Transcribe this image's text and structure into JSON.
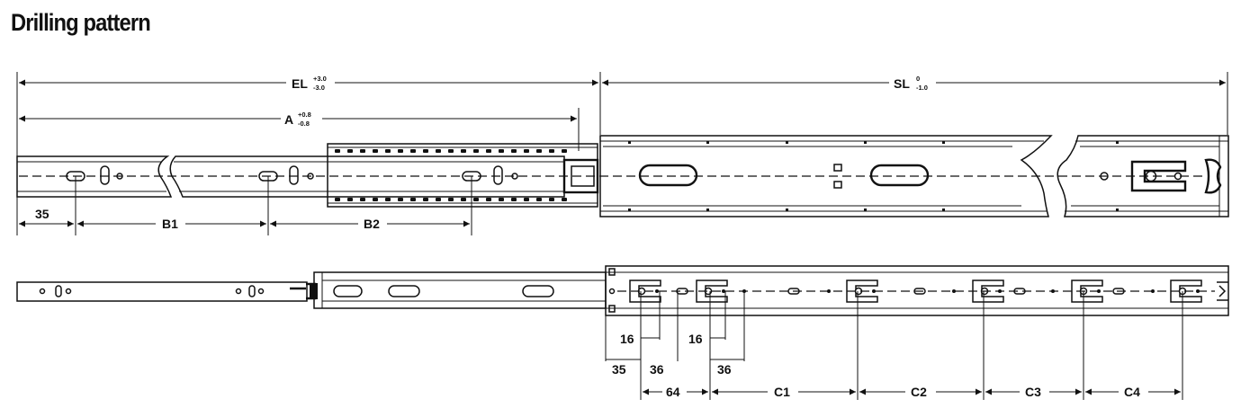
{
  "title": "Drilling pattern",
  "dimensions": {
    "el": {
      "label": "EL",
      "tol_plus": "+3.0",
      "tol_minus": "-3.0"
    },
    "a": {
      "label": "A",
      "tol_plus": "+0.8",
      "tol_minus": "-0.8"
    },
    "sl": {
      "label": "SL",
      "tol_plus": "0",
      "tol_minus": "-1.0"
    },
    "top_offset": "35",
    "b1": "B1",
    "b2": "B2",
    "bottom_offset": "35",
    "gap1": "16",
    "gap2": "16",
    "span1": "36",
    "span2": "36",
    "pitch": "64",
    "c1": "C1",
    "c2": "C2",
    "c3": "C3",
    "c4": "C4"
  }
}
